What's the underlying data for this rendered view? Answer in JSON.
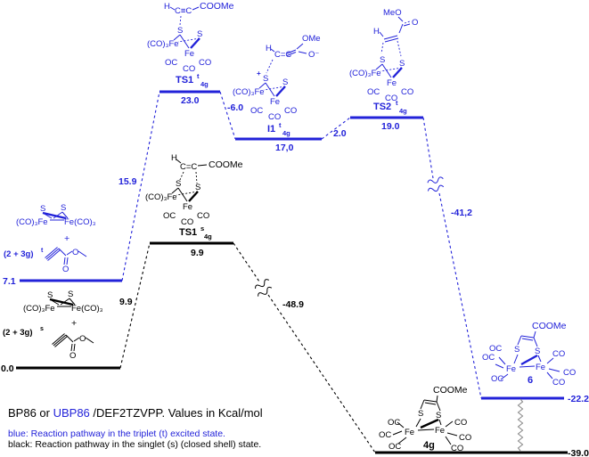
{
  "caption": {
    "line1_a": "BP86 or ",
    "line1_b": "UBP86",
    "line1_c": "/DEF2TZVPP. Values in Kcal/mol",
    "line2": "blue: Reaction pathway in the triplet (t) excited state.",
    "line3": "black: Reaction pathway in the singlet (s) (closed shell) state."
  },
  "colors": {
    "triplet": "#2222d9",
    "singlet": "#000000",
    "break_connector": "#8c8c8c"
  },
  "triplet": {
    "levels": {
      "reactants": {
        "value": "7.1",
        "label_base": "(2 + 3g)",
        "label_sup": "t"
      },
      "ts1": {
        "value": "23.0",
        "label_base": "TS1",
        "label_sup": "t",
        "label_sub": "4g"
      },
      "i1": {
        "value": "17,0",
        "label_base": "I1",
        "label_sup": "t",
        "label_sub": "4g"
      },
      "ts2": {
        "value": "19.0",
        "label_base": "TS2",
        "label_sup": "t",
        "label_sub": "4g"
      },
      "product": {
        "value": "-22.2",
        "label": "6"
      }
    },
    "edges": {
      "activation": "15.9",
      "ts1_to_i1": "-6.0",
      "i1_to_ts2": "2.0",
      "ts2_to_product": "-41,2"
    }
  },
  "singlet": {
    "levels": {
      "reactants": {
        "value": "0.0",
        "label_base": "(2 + 3g)",
        "label_sup": "s"
      },
      "ts1": {
        "value": "9.9",
        "label_base": "TS1",
        "label_sup": "s",
        "label_sub": "4g"
      },
      "product": {
        "value": "-39.0",
        "label": "4g"
      }
    },
    "edges": {
      "activation": "9.9",
      "ts1_to_product": "-48.9"
    }
  },
  "chem": {
    "S": "S",
    "Fe": "Fe",
    "OC": "OC",
    "CO": "CO",
    "CO3Fe": "(CO)₃Fe",
    "FeCO3": "Fe(CO)₃",
    "plus": "+",
    "H": "H",
    "O": "O",
    "Ominus": "O⁻",
    "OMe": "OMe",
    "MeO": "MeO",
    "COOMe": "COOMe",
    "alkyne": "C≡C",
    "alkene": "C=C"
  },
  "chart_data": {
    "type": "line",
    "subtype": "reaction-energy-profile",
    "unit": "Kcal/mol",
    "series": [
      {
        "name": "Reaction pathway in the triplet (t) excited state",
        "color": "#2222d9",
        "categories": [
          "(2 + 3g)t",
          "TS1t_4g",
          "I1t_4g",
          "TS2t_4g",
          "6"
        ],
        "values": [
          7.1,
          23.0,
          17.0,
          19.0,
          -22.2
        ],
        "segment_labels": [
          15.9,
          -6.0,
          2.0,
          -41.2
        ]
      },
      {
        "name": "Reaction pathway in the singlet (s) (closed shell) state",
        "color": "#000000",
        "categories": [
          "(2 + 3g)s",
          "TS1s_4g",
          "4g"
        ],
        "values": [
          0.0,
          9.9,
          -39.0
        ],
        "segment_labels": [
          9.9,
          -48.9
        ]
      }
    ]
  }
}
